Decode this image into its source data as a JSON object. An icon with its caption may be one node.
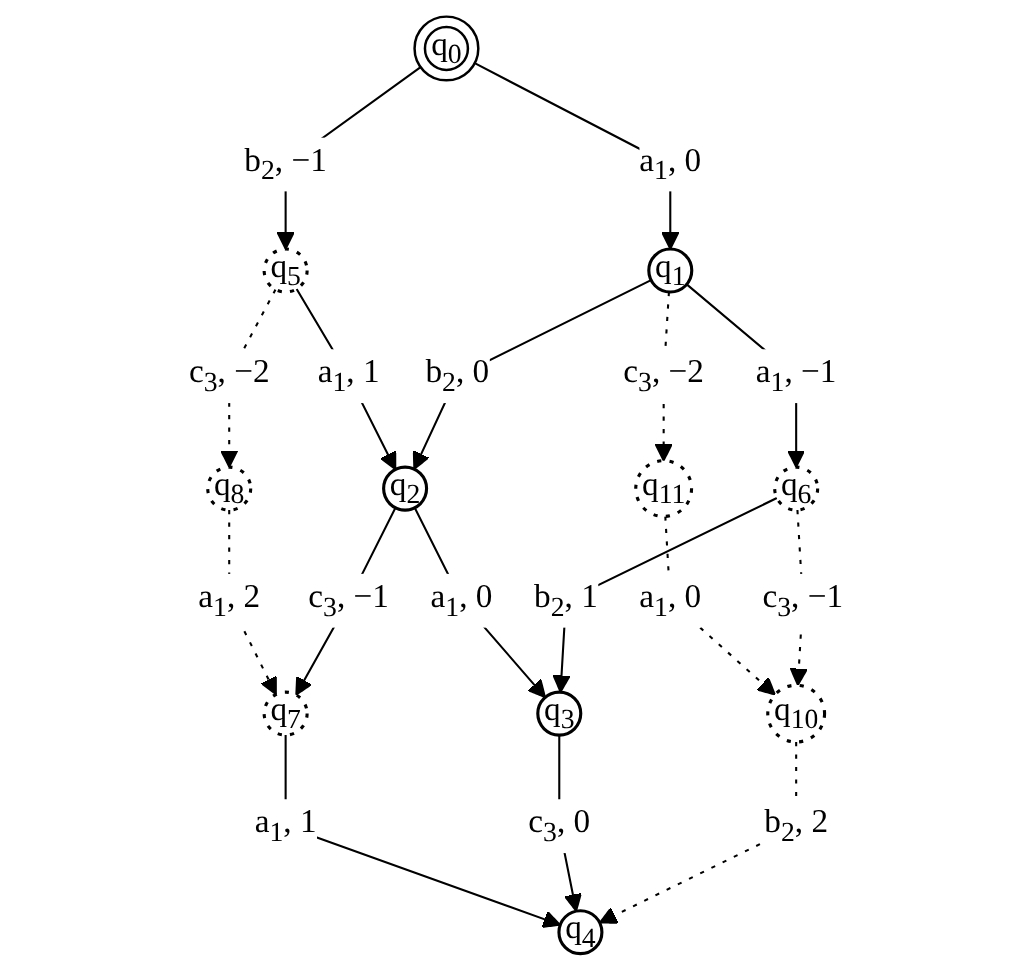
{
  "diagram": {
    "nodes": [
      {
        "text": [
          "q$_{0}$"
        ]
      },
      {
        "text": [
          "q$_{5}$"
        ]
      },
      {
        "text": [
          "q$_{1}$"
        ]
      },
      {
        "text": [
          "q$_{11}$"
        ]
      },
      {
        "text": [
          "q$_{8}$"
        ]
      },
      {
        "text": [
          "q$_{2}$"
        ]
      },
      {
        "text": [
          "q$_{6}$"
        ]
      },
      {
        "text": [
          "q$_{7}$"
        ]
      },
      {
        "text": [
          "q$_{3}$"
        ]
      },
      {
        "text": [
          "q$_{10}$"
        ]
      },
      {
        "text": [
          "q$_{4}$"
        ]
      }
    ],
    "edges": [
      {
        "from": 0,
        "to": 1,
        "arrow": "to",
        "label": "b$_{2}$, −1"
      },
      {
        "from": 0,
        "to": 2,
        "arrow": "to",
        "label": "a$_{1}$, 0"
      },
      {
        "from": 2,
        "to": 3,
        "arrow": "to",
        "label": "c$_{3}$, −2",
        "style": "dashed"
      },
      {
        "from": 1,
        "to": 4,
        "arrow": "to",
        "label": "c$_{3}$, −2",
        "style": "dashed"
      },
      {
        "from": 1,
        "to": 5,
        "arrow": "to",
        "label": "a$_{1}$, 1"
      },
      {
        "from": 2,
        "to": 5,
        "arrow": "to",
        "label": "b$_{2}$, 0"
      },
      {
        "from": 2,
        "to": 6,
        "arrow": "to",
        "label": "a$_{1}$, −1"
      },
      {
        "from": 3,
        "to": 9,
        "arrow": "to",
        "label": "a$_{1}$, 0",
        "style": "dashed"
      },
      {
        "from": 4,
        "to": 7,
        "arrow": "to",
        "label": "a$_{1}$, 2",
        "style": "dashed"
      },
      {
        "from": 5,
        "to": 7,
        "arrow": "to",
        "label": "c$_{3}$, −1"
      },
      {
        "from": 5,
        "to": 8,
        "arrow": "to",
        "label": "a$_{1}$, 0"
      },
      {
        "from": 6,
        "to": 8,
        "arrow": "to",
        "label": "b$_{2}$, 1"
      },
      {
        "from": 6,
        "to": 9,
        "arrow": "to",
        "label": "c$_{3}$, −1",
        "style": "dashed"
      },
      {
        "from": 7,
        "to": 10,
        "arrow": "to",
        "label": "a$_{1}$, 1"
      },
      {
        "from": 8,
        "to": 10,
        "arrow": "to",
        "label": "c$_{3}$, 0"
      },
      {
        "from": 9,
        "to": 10,
        "arrow": "to",
        "label": "b$_{2}$, 2",
        "style": "dashed"
      }
    ]
  }
}
